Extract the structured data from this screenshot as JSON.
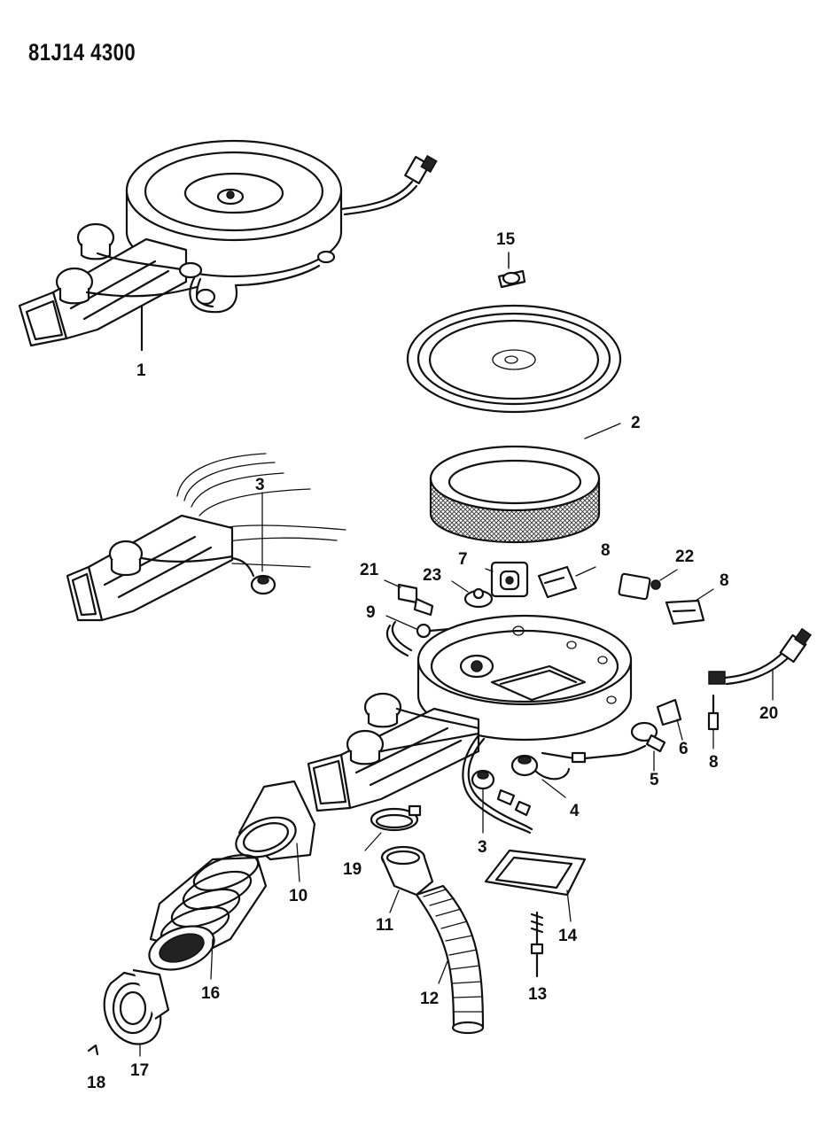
{
  "header": {
    "code": "81J14 4300"
  },
  "callouts": [
    {
      "id": "c1",
      "label": "1"
    },
    {
      "id": "c2",
      "label": "2"
    },
    {
      "id": "c3a",
      "label": "3"
    },
    {
      "id": "c3b",
      "label": "3"
    },
    {
      "id": "c4",
      "label": "4"
    },
    {
      "id": "c5",
      "label": "5"
    },
    {
      "id": "c6",
      "label": "6"
    },
    {
      "id": "c7",
      "label": "7"
    },
    {
      "id": "c8a",
      "label": "8"
    },
    {
      "id": "c8b",
      "label": "8"
    },
    {
      "id": "c8c",
      "label": "8"
    },
    {
      "id": "c9",
      "label": "9"
    },
    {
      "id": "c10",
      "label": "10"
    },
    {
      "id": "c11",
      "label": "11"
    },
    {
      "id": "c12",
      "label": "12"
    },
    {
      "id": "c13",
      "label": "13"
    },
    {
      "id": "c14",
      "label": "14"
    },
    {
      "id": "c15",
      "label": "15"
    },
    {
      "id": "c16",
      "label": "16"
    },
    {
      "id": "c17",
      "label": "17"
    },
    {
      "id": "c18",
      "label": "18"
    },
    {
      "id": "c19",
      "label": "19"
    },
    {
      "id": "c20",
      "label": "20"
    },
    {
      "id": "c21",
      "label": "21"
    },
    {
      "id": "c22",
      "label": "22"
    },
    {
      "id": "c23",
      "label": "23"
    }
  ]
}
